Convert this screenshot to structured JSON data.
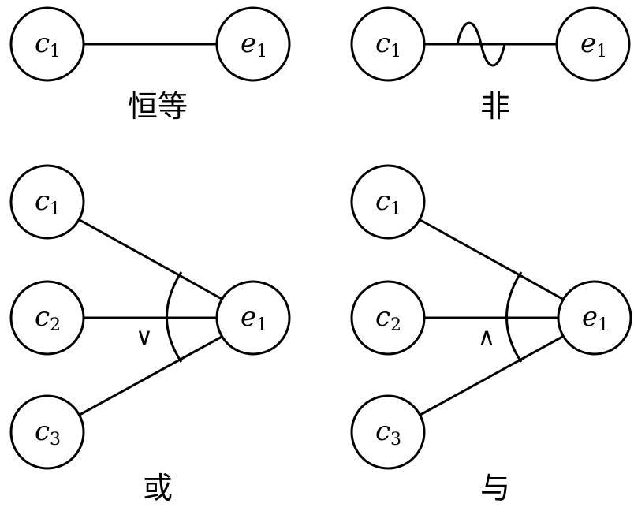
{
  "panels": {
    "identity": {
      "caption": "恒等",
      "cause": {
        "var": "c",
        "sub": "1"
      },
      "effect": {
        "var": "e",
        "sub": "1"
      }
    },
    "not": {
      "caption": "非",
      "cause": {
        "var": "c",
        "sub": "1"
      },
      "effect": {
        "var": "e",
        "sub": "1"
      }
    },
    "or": {
      "caption": "或",
      "symbol": "∨",
      "causes": [
        {
          "var": "c",
          "sub": "1"
        },
        {
          "var": "c",
          "sub": "2"
        },
        {
          "var": "c",
          "sub": "3"
        }
      ],
      "effect": {
        "var": "e",
        "sub": "1"
      }
    },
    "and": {
      "caption": "与",
      "symbol": "∧",
      "causes": [
        {
          "var": "c",
          "sub": "1"
        },
        {
          "var": "c",
          "sub": "2"
        },
        {
          "var": "c",
          "sub": "3"
        }
      ],
      "effect": {
        "var": "e",
        "sub": "1"
      }
    }
  }
}
